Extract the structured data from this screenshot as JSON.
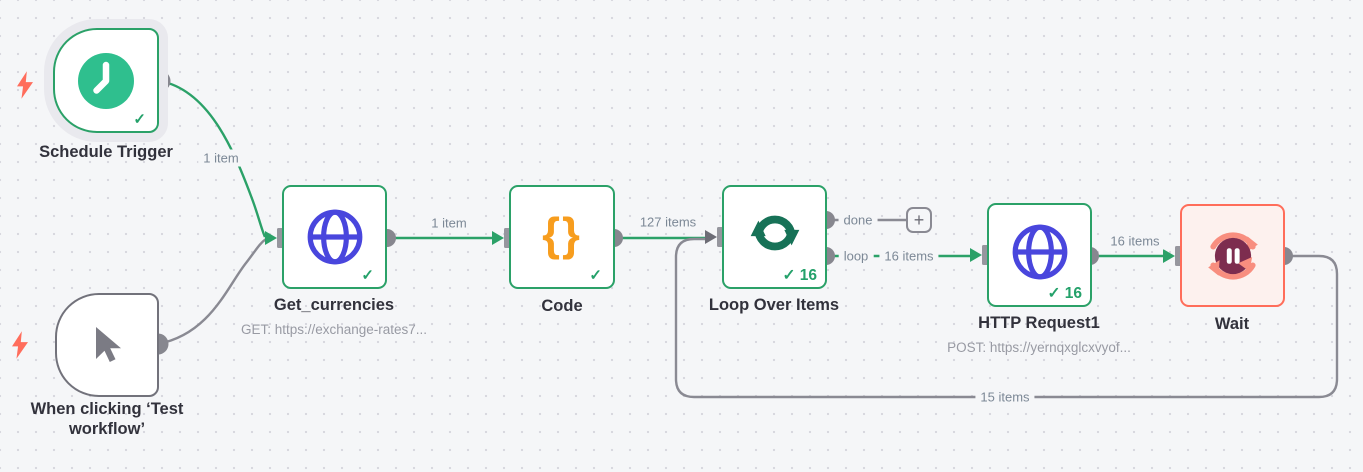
{
  "app": "n8n-workflow-canvas",
  "canvas": {
    "background": "#f5f6f8",
    "dot_color": "#d8d8df"
  },
  "colors": {
    "node_green": "#2ba168",
    "gray_line": "#8a8a93",
    "wait_border": "#ff6d5a",
    "wait_bg": "#fdf1ee",
    "icon_blue": "#4946dd",
    "icon_orange": "#f79d1e",
    "icon_teal": "#2fbf8e",
    "icon_loop_green": "#177257",
    "icon_wait_maroon": "#7d2d4f",
    "bolt": "#ff6d5c",
    "success_check": "#24a16a",
    "label_gray": "#7c8896"
  },
  "nodes": [
    {
      "id": "schedule-trigger",
      "label": "Schedule Trigger",
      "icon": "clock-icon",
      "status_check": "✓"
    },
    {
      "id": "manual-trigger",
      "label": "When clicking ‘Test workflow’",
      "icon": "cursor-icon"
    },
    {
      "id": "get-currencies",
      "label": "Get_currencies",
      "subtitle": "GET: https://exchange-rates7...",
      "icon": "globe-icon",
      "status_check": "✓"
    },
    {
      "id": "code",
      "label": "Code",
      "icon": "braces-icon",
      "icon_glyph": "{}",
      "status_check": "✓"
    },
    {
      "id": "loop-over-items",
      "label": "Loop Over Items",
      "icon": "loop-icon",
      "badge": "✓ 16",
      "output_labels": {
        "done": "done",
        "loop": "loop"
      }
    },
    {
      "id": "http-request1",
      "label": "HTTP Request1",
      "subtitle": "POST: https://yernqxglcxvyof...",
      "icon": "globe-icon",
      "badge": "✓ 16"
    },
    {
      "id": "wait",
      "label": "Wait",
      "icon": "pause-refresh-icon"
    }
  ],
  "connection_labels": {
    "schedule_to_get": "1 item",
    "get_to_code": "1 item",
    "code_to_loop": "127 items",
    "loop_done": "done",
    "loop_loop": "loop",
    "loop_to_http": "16 items",
    "http_to_wait": "16 items",
    "wait_loopback": "15 items"
  },
  "add_node_button": "+"
}
